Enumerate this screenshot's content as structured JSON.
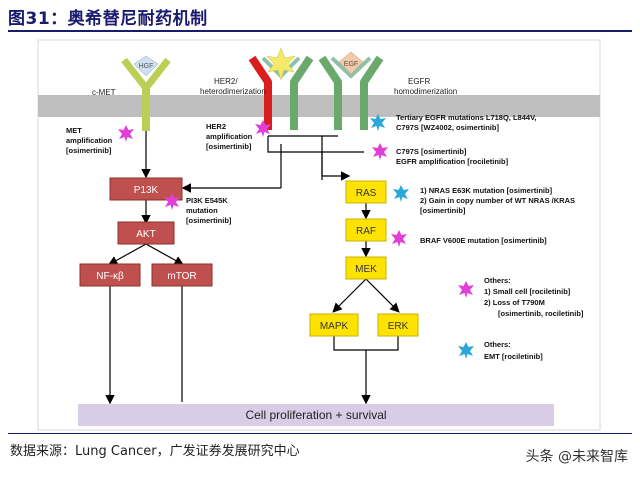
{
  "header": {
    "figure_title": "图31：奥希替尼耐药机制"
  },
  "footer": {
    "source": "数据来源：Lung Cancer，广发证券发展研究中心",
    "watermark": "头条 @未来智库"
  },
  "receptors": {
    "met": {
      "ligand": "HGF",
      "label": "c-MET"
    },
    "her2": {
      "label1": "HER2/",
      "label2": "heterodimerization"
    },
    "egfr": {
      "ligand": "EGF",
      "label1": "EGFR",
      "label2": "homodimerization"
    }
  },
  "nodes": {
    "pi3k": "P13K",
    "akt": "AKT",
    "nfkb": "NF-κβ",
    "mtor": "mTOR",
    "ras": "RAS",
    "raf": "RAF",
    "mek": "MEK",
    "mapk": "MAPK",
    "erk": "ERK",
    "outcome": "Cell proliferation + survival"
  },
  "annotations": {
    "met_amp": [
      "MET",
      "amplification",
      "[osimertinib]"
    ],
    "her2_amp": [
      "HER2",
      "amplification",
      "[osimertinib]"
    ],
    "tertiary": [
      "Tertiary EGFR mutations L718Q, L844V,",
      "C797S [WZ4002, osimertinib]"
    ],
    "c797s": [
      "C797S [osimertinib]",
      "EGFR amplification [rociletinib]"
    ],
    "pi3k_mut": [
      "PI3K E545K",
      "mutation",
      "[osimertinib]"
    ],
    "nras": [
      "1) NRAS E63K mutation [osimertinib]",
      "2) Gain in copy number of WT NRAS /KRAS",
      "[osimertinib]"
    ],
    "braf": [
      "BRAF V600E mutation [osimertinib]"
    ],
    "others1": [
      "Others:",
      "1)  Small cell [rociletinib]",
      "2)  Loss of T790M",
      "[osimertinib, rociletinib]"
    ],
    "others2": [
      "Others:",
      "EMT [rociletinib]"
    ]
  },
  "colors": {
    "star_magenta": "#e23fd9",
    "star_cyan": "#2aa8d8",
    "pathway_box": "#c0504d",
    "mapk_box": "#ffe300",
    "membrane": "#bfbfbf",
    "outcome_bar": "#d9cce6"
  }
}
